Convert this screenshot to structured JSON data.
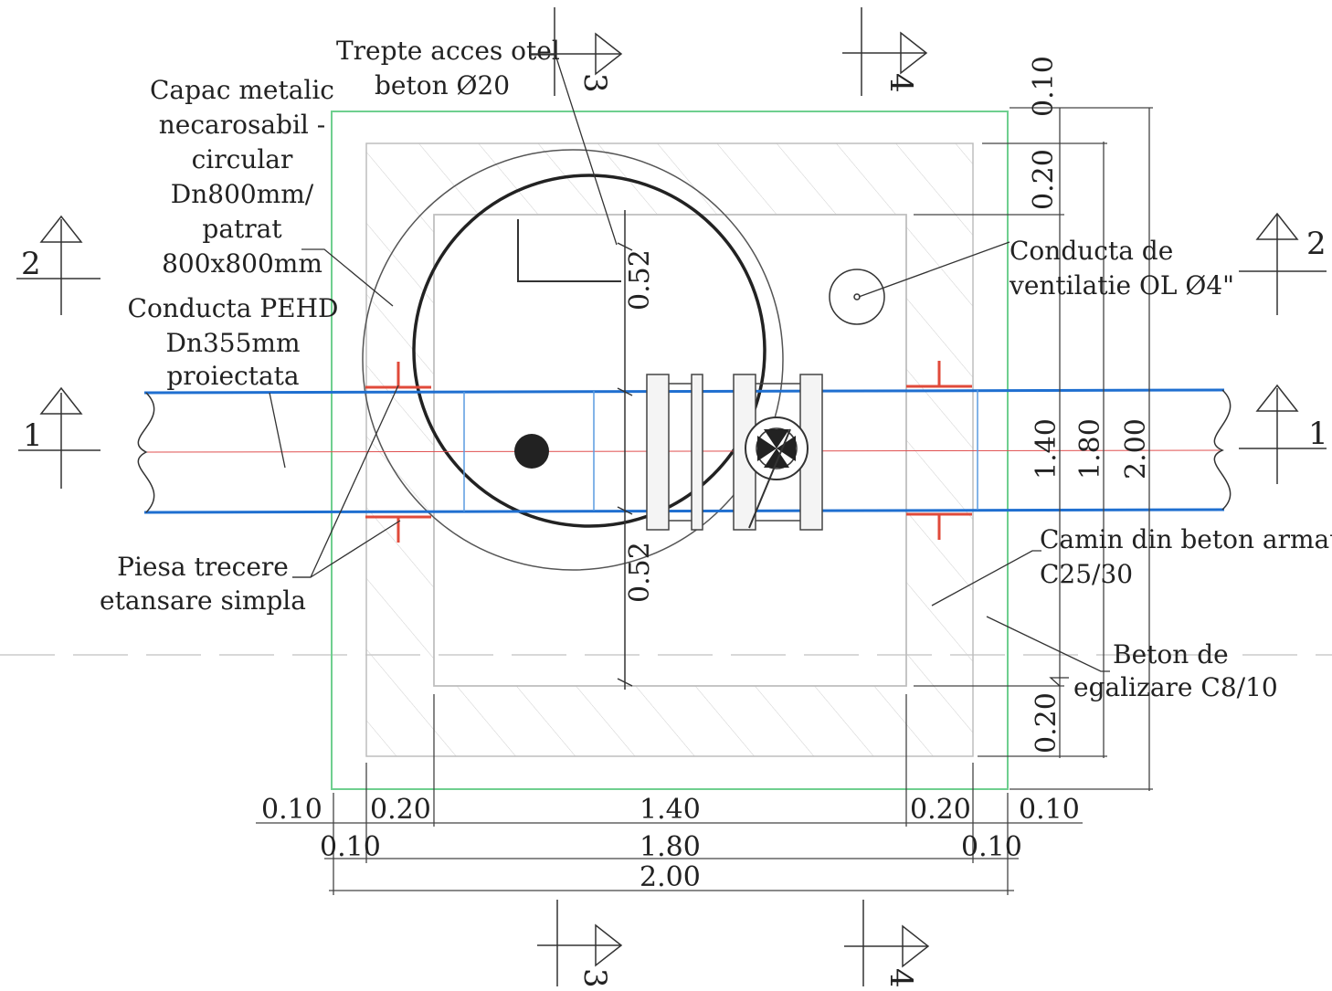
{
  "labels": {
    "trepte": [
      "Trepte acces otel",
      "beton Ø20"
    ],
    "capac": [
      "Capac metalic",
      "necarosabil -",
      "circular",
      "Dn800mm/",
      "patrat",
      "800x800mm"
    ],
    "conducta_pehd": [
      "Conducta PEHD",
      "Dn355mm",
      "proiectata"
    ],
    "piesa": [
      "Piesa trecere",
      "etansare simpla"
    ],
    "ventilatie": [
      "Conducta de",
      "ventilatie OL Ø4\""
    ],
    "camin": [
      "Camin din beton armat",
      "C25/30"
    ],
    "beton_egal": [
      "Beton de",
      "egalizare C8/10"
    ]
  },
  "sections": {
    "s1": "1",
    "s2": "2",
    "s3": "3",
    "s4": "4"
  },
  "dimensions": {
    "bottom_row1": [
      "0.10",
      "0.20",
      "1.40",
      "0.20",
      "0.10"
    ],
    "bottom_row2": [
      "0.10",
      "1.80",
      "0.10"
    ],
    "bottom_row3": "2.00",
    "right_top": [
      "0.10",
      "0.20"
    ],
    "right_mid": [
      "1.40",
      "1.80",
      "2.00"
    ],
    "right_bottom": "0.20",
    "interior": [
      "0.52",
      "0.52"
    ]
  },
  "colors": {
    "pipe": "#1f6fd0",
    "axis": "#e05050",
    "outline_green": "#6fcf8f",
    "gasket": "#e04a3a",
    "line": "#333333"
  }
}
